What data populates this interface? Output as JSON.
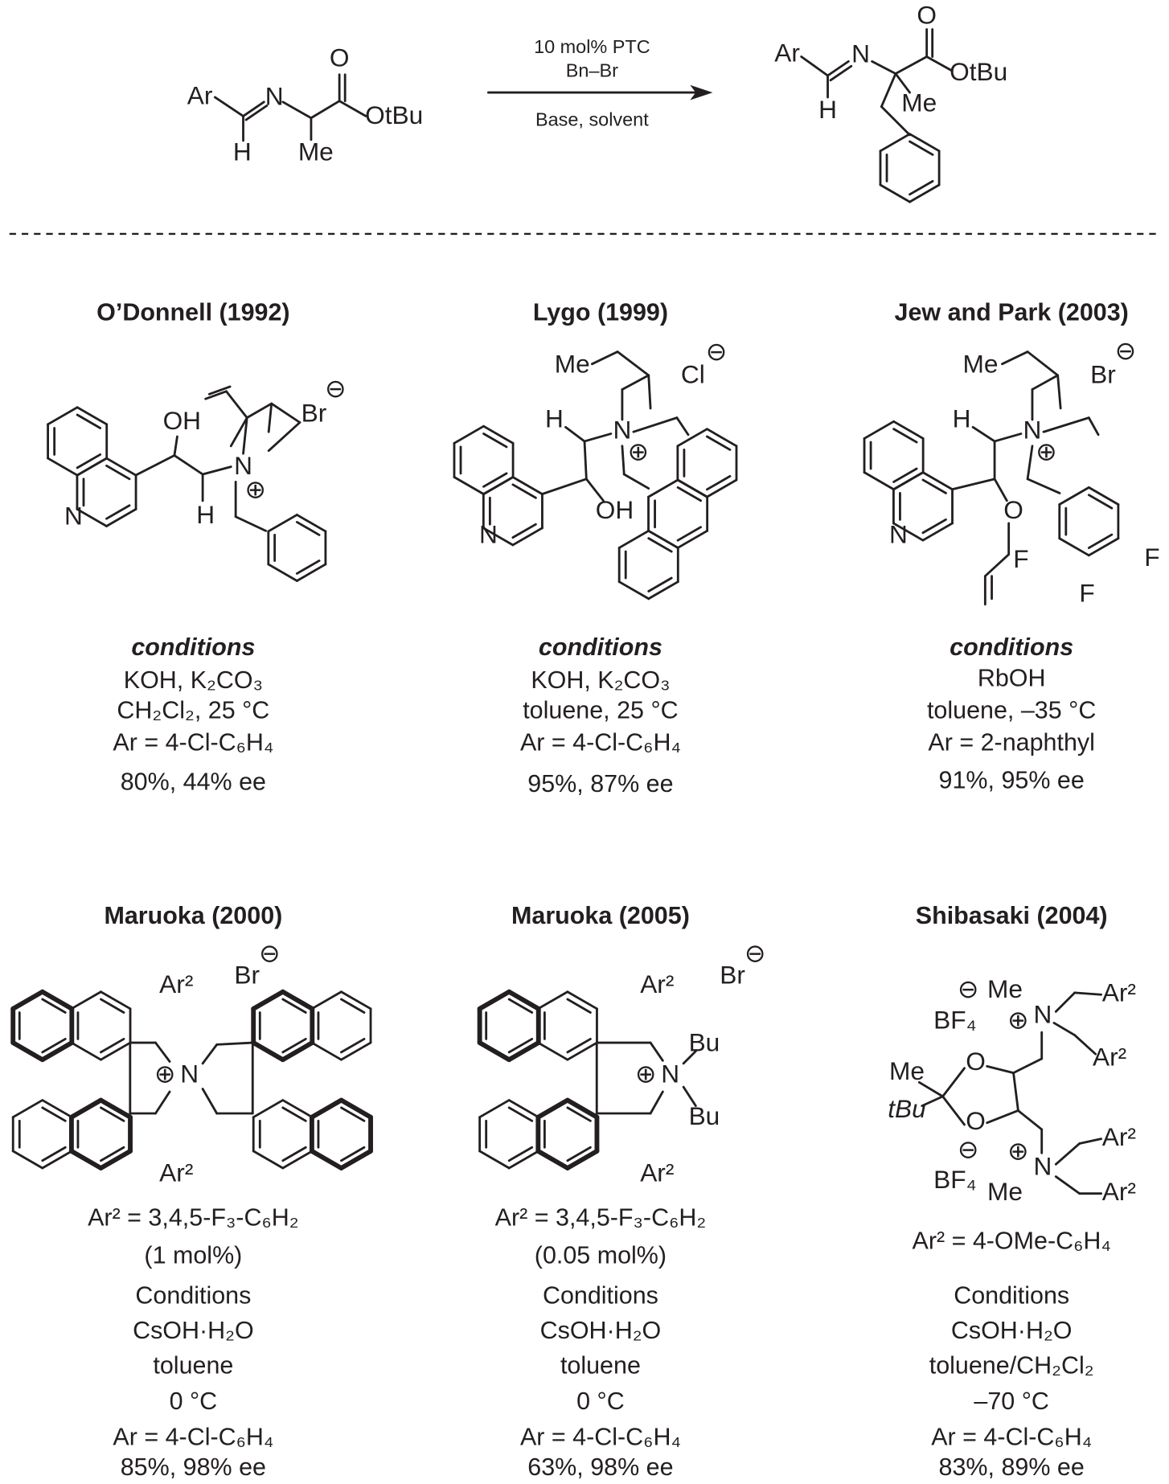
{
  "reaction": {
    "reagent_line1": "10 mol% PTC",
    "reagent_line2": "Bn–Br",
    "conditions": "Base, solvent",
    "substrate_labels": [
      "Ar",
      "N",
      "O",
      "OtBu",
      "H",
      "Me"
    ],
    "product_labels": [
      "Ar",
      "N",
      "O",
      "OtBu",
      "H",
      "Me"
    ]
  },
  "catalysts": [
    {
      "title": "O’Donnell (1992)",
      "labels": [
        "OH",
        "N",
        "H",
        "N",
        "⊕",
        "Br",
        "⊖"
      ],
      "lines": [
        "conditions",
        "KOH, K₂CO₃",
        "CH₂Cl₂, 25 °C",
        "Ar = 4-Cl-C₆H₄",
        "80%, 44% ee"
      ]
    },
    {
      "title": "Lygo (1999)",
      "labels": [
        "Me",
        "Cl",
        "⊖",
        "H",
        "N",
        "⊕",
        "OH",
        "N"
      ],
      "lines": [
        "conditions",
        "KOH, K₂CO₃",
        "toluene, 25 °C",
        "Ar = 4-Cl-C₆H₄",
        "95%, 87% ee"
      ]
    },
    {
      "title": "Jew and Park (2003)",
      "labels": [
        "Me",
        "Br",
        "⊖",
        "H",
        "N",
        "⊕",
        "O",
        "N",
        "F",
        "F",
        "F"
      ],
      "lines": [
        "conditions",
        "RbOH",
        "toluene, –35 °C",
        "Ar = 2-naphthyl",
        "91%, 95% ee"
      ]
    },
    {
      "title": "Maruoka (2000)",
      "labels": [
        "Ar²",
        "Br",
        "⊖",
        "⊕",
        "N",
        "Ar²"
      ],
      "lines": [
        "Ar² = 3,4,5-F₃-C₆H₂",
        "(1 mol%)",
        "Conditions",
        "CsOH·H₂O",
        "toluene",
        "0 °C",
        "Ar = 4-Cl-C₆H₄",
        "85%, 98% ee"
      ]
    },
    {
      "title": "Maruoka (2005)",
      "labels": [
        "Ar²",
        "Br",
        "⊖",
        "Bu",
        "⊕",
        "N",
        "Bu",
        "Ar²"
      ],
      "lines": [
        "Ar² = 3,4,5-F₃-C₆H₂",
        "(0.05 mol%)",
        "Conditions",
        "CsOH·H₂O",
        "toluene",
        "0 °C",
        "Ar = 4-Cl-C₆H₄",
        "63%, 98% ee"
      ]
    },
    {
      "title": "Shibasaki (2004)",
      "labels": [
        "⊖",
        "Me",
        "BF₄",
        "⊕",
        "N",
        "Ar²",
        "Ar²",
        "O",
        "Me",
        "tBu",
        "O",
        "⊖",
        "⊕",
        "N",
        "BF₄",
        "Me",
        "Ar²",
        "Ar²"
      ],
      "lines": [
        "Ar² = 4-OMe-C₆H₄",
        "Conditions",
        "CsOH·H₂O",
        "toluene/CH₂Cl₂",
        "–70 °C",
        "Ar = 4-Cl-C₆H₄",
        "83%, 89% ee"
      ]
    }
  ]
}
